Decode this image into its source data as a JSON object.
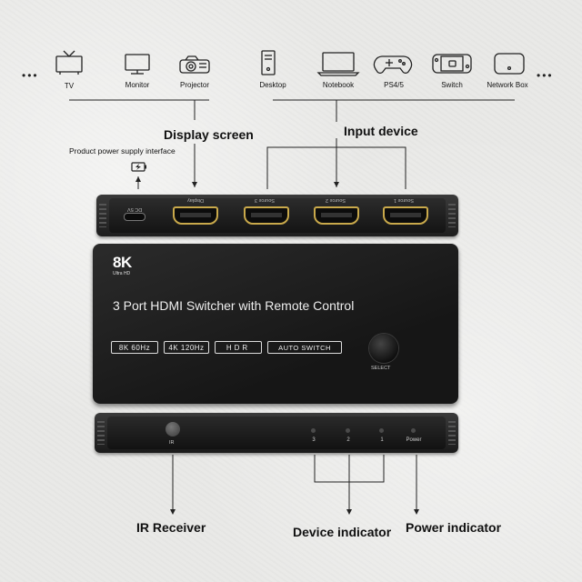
{
  "devices": {
    "display": [
      {
        "label": "TV",
        "icon": "tv-icon"
      },
      {
        "label": "Monitor",
        "icon": "monitor-icon"
      },
      {
        "label": "Projector",
        "icon": "projector-icon"
      }
    ],
    "input": [
      {
        "label": "Desktop",
        "icon": "desktop-tower-icon"
      },
      {
        "label": "Notebook",
        "icon": "laptop-icon"
      },
      {
        "label": "PS4/5",
        "icon": "gamepad-icon"
      },
      {
        "label": "Switch",
        "icon": "handheld-console-icon"
      },
      {
        "label": "Network Box",
        "icon": "network-box-icon"
      }
    ]
  },
  "headings": {
    "display_screen": "Display screen",
    "input_device": "Input device",
    "power_interface": "Product power supply interface",
    "ir_receiver": "IR Receiver",
    "device_indicator": "Device indicator",
    "power_indicator": "Power indicator"
  },
  "back_panel": {
    "dc_label": "DC 5V",
    "ports": [
      "Display",
      "Source 3",
      "Source 2",
      "Source 1"
    ]
  },
  "top_panel": {
    "logo": "8K",
    "logo_sub": "Ultra HD",
    "title": "3 Port HDMI Switcher  with Remote Control",
    "badges": [
      "8K 60Hz",
      "4K 120Hz",
      "HDR",
      "Auto Switch"
    ],
    "select_label": "SELECT"
  },
  "front_panel": {
    "ir_label": "IR",
    "indicators": [
      "3",
      "2",
      "1",
      "Power"
    ]
  },
  "colors": {
    "hdmi_gold": "#c9a94b",
    "device_body": "#1e1e1e",
    "background": "#e9e9e7"
  }
}
